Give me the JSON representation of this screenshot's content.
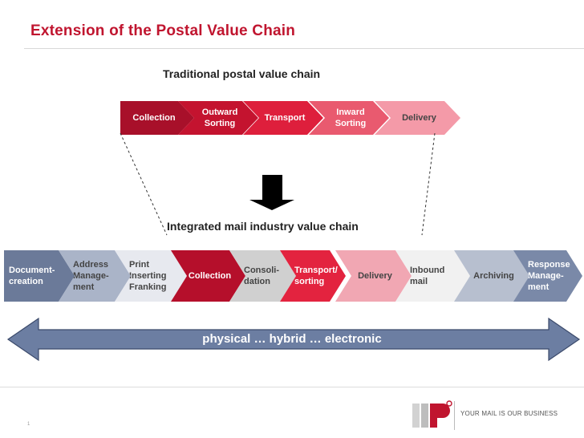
{
  "page": {
    "title": "Extension of the Postal Value Chain",
    "page_number": "1"
  },
  "traditional": {
    "heading": "Traditional postal value chain",
    "steps": [
      {
        "label": "Collection",
        "color": "#a8102a"
      },
      {
        "label": "Outward\nSorting",
        "color": "#c4132f"
      },
      {
        "label": "Transport",
        "color": "#de1f3c"
      },
      {
        "label": "Inward\nSorting",
        "color": "#e95a6f"
      },
      {
        "label": "Delivery",
        "color": "#f49aa8"
      }
    ]
  },
  "integrated": {
    "heading": "Integrated mail industry value chain",
    "steps": [
      {
        "label": "Document-\ncreation",
        "color": "#6b7a99"
      },
      {
        "label": "Address\nManage-\nment",
        "color": "#aab4c8"
      },
      {
        "label": "Print\nInserting\nFranking",
        "color": "#e7e9ef"
      },
      {
        "label": "Collection",
        "color": "#b50f2b"
      },
      {
        "label": "Consoli-\ndation",
        "color": "#d0d0d0"
      },
      {
        "label": "Transport/\nsorting",
        "color": "#e3233f"
      },
      {
        "label": "Delivery",
        "color": "#f1a7b3"
      },
      {
        "label": "Inbound\nmail",
        "color": "#f1f1f1"
      },
      {
        "label": "Archiving",
        "color": "#b7bfcf"
      },
      {
        "label": "Response\nManage-\nment",
        "color": "#7a89a8"
      }
    ]
  },
  "spectrum": {
    "label": "physical … hybrid … electronic",
    "color": "#6c7ea2"
  },
  "footer": {
    "tagline": "YOUR MAIL IS OUR BUSINESS",
    "brand_color": "#c0152f"
  }
}
